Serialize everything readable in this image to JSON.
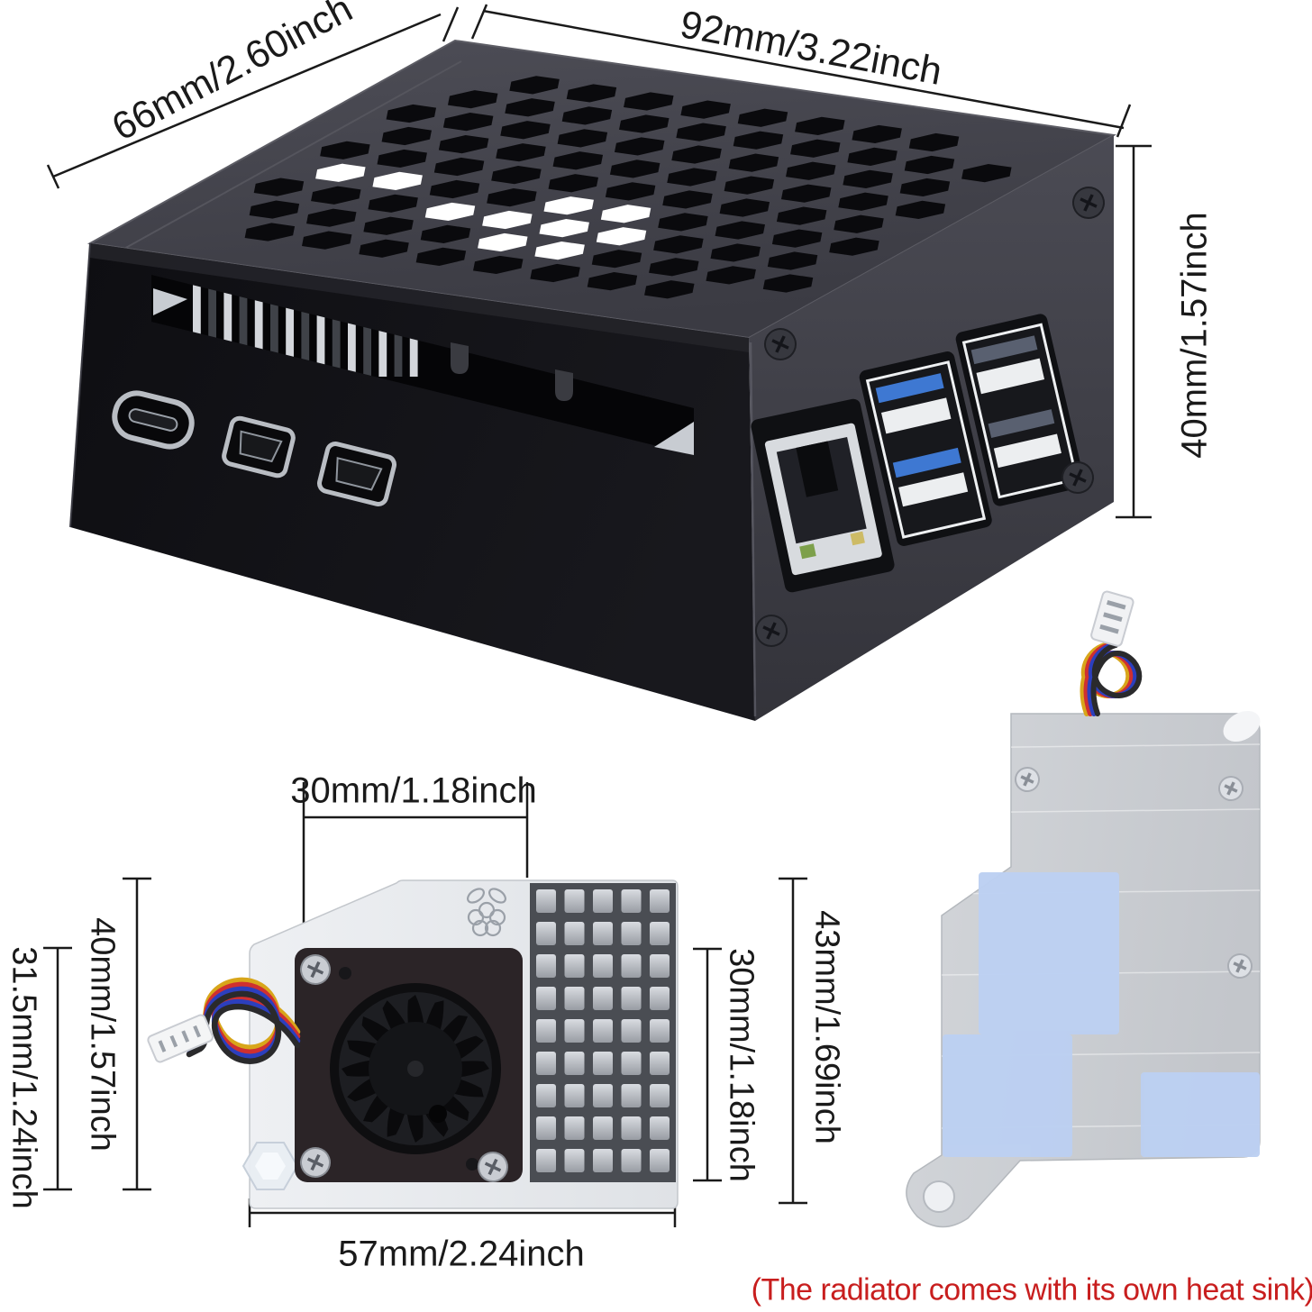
{
  "dimensions": {
    "case_depth": "66mm/2.60inch",
    "case_width": "92mm/3.22inch",
    "case_height": "40mm/1.57inch",
    "fan_width": "30mm/1.18inch",
    "base_width": "57mm/2.24inch",
    "module_outer_height": "31.5mm/1.24inch",
    "module_inner_height": "40mm/1.57inch",
    "heatsink_height": "30mm/1.18inch",
    "bracket_height": "43mm/1.69inch"
  },
  "caption": {
    "text": "(The radiator comes with its own heat sink)",
    "color": "#c81e1e"
  },
  "colors": {
    "case_top": "#43434b",
    "case_front": "#121216",
    "case_side": "#3d3d45",
    "usb3_blue": "#3e78d2",
    "thermal_pad_blue": "#bcd0f2",
    "wire_yellow": "#d8a61a",
    "wire_red": "#cf3030",
    "wire_blue": "#2c3fbe",
    "wire_black": "#2a2a2c",
    "dimension_line": "#1a1a1a"
  }
}
